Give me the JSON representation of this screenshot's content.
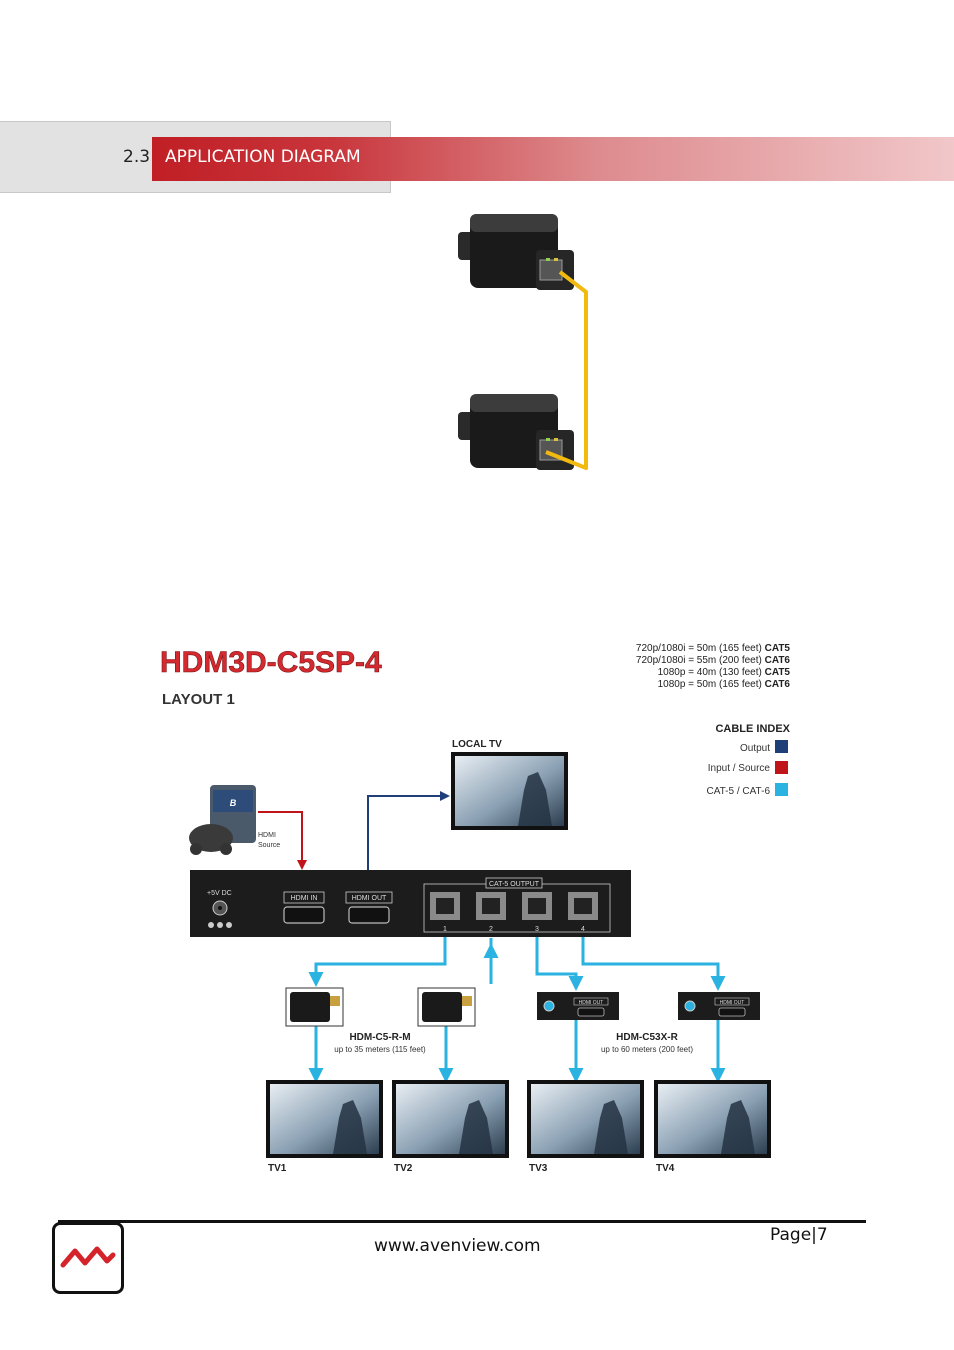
{
  "header": {
    "section_number": "2.3",
    "section_title": "APPLICATION DIAGRAM"
  },
  "diagram": {
    "title": "HDM3D-C5SP-4",
    "layout_label": "LAYOUT 1",
    "specs": [
      {
        "text": "720p/1080i = 50m (165 feet) ",
        "bold": "CAT5"
      },
      {
        "text": "720p/1080i = 55m (200 feet) ",
        "bold": "CAT6"
      },
      {
        "text": "1080p = 40m (130 feet) ",
        "bold": "CAT5"
      },
      {
        "text": "1080p = 50m (165 feet) ",
        "bold": "CAT6"
      }
    ],
    "cable_index": {
      "title": "CABLE INDEX",
      "items": [
        {
          "label": "Output",
          "color": "#1f3f79"
        },
        {
          "label": "Input / Source",
          "color": "#c0141b"
        },
        {
          "label": "CAT-5 / CAT-6",
          "color": "#2ab2e0"
        }
      ]
    },
    "local_tv": "LOCAL TV",
    "source": {
      "line1": "HDMI",
      "line2": "Source"
    },
    "splitter": {
      "power": "+5V DC",
      "hdmi_in": "HDMI IN",
      "hdmi_out": "HDMI OUT",
      "cat5_output": "CAT-5 OUTPUT",
      "ports": [
        "1",
        "2",
        "3",
        "4"
      ]
    },
    "receivers": [
      {
        "model": "HDM-C5-R-M",
        "range": "up to 35 meters (115 feet)"
      },
      {
        "model": "HDM-C53X-R",
        "range": "up to 60 meters (200 feet)"
      }
    ],
    "receiver_port_label": "HDMI OUT",
    "tvs": [
      "TV1",
      "TV2",
      "TV3",
      "TV4"
    ]
  },
  "footer": {
    "url": "www.avenview.com",
    "page": "Page|7"
  }
}
